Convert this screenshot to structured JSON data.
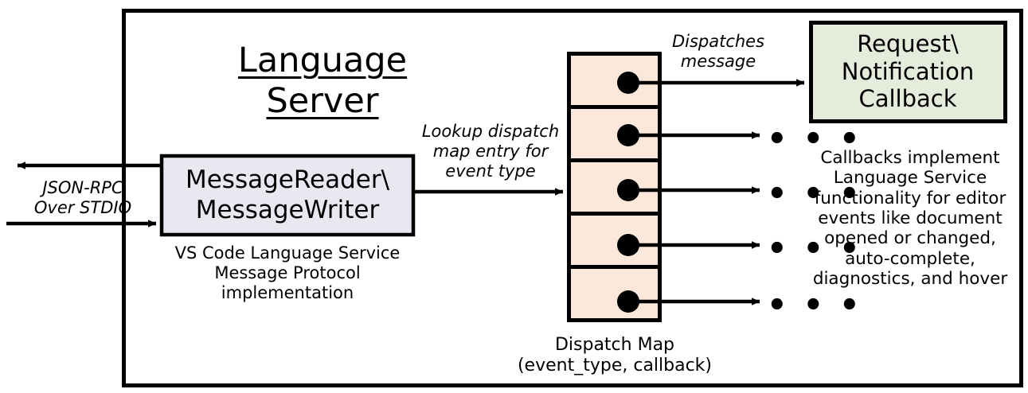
{
  "diagram": {
    "outer_container": {
      "title": "Language Server",
      "border_color": "#000000"
    },
    "io_arrows": {
      "label": "JSON-RPC\nOver STDIO",
      "outbound_name": "outbound-json-rpc-arrow",
      "inbound_name": "inbound-json-rpc-arrow"
    },
    "message_box": {
      "title": "MessageReader\\\nMessageWriter",
      "caption": "VS Code Language Service\nMessage Protocol implementation",
      "fill": "#eae7f0",
      "stroke": "#000000"
    },
    "lookup_arrow": {
      "label": "Lookup dispatch\nmap entry for\nevent type"
    },
    "dispatch_map": {
      "caption": "Dispatch Map\n(event_type, callback)",
      "fill": "#fce8da",
      "stroke": "#000000",
      "row_count": 5,
      "rows": [
        {
          "index": 1,
          "has_entry_dot": true,
          "target": "Request\\Notification Callback"
        },
        {
          "index": 2,
          "has_entry_dot": true,
          "target": "..."
        },
        {
          "index": 3,
          "has_entry_dot": true,
          "target": "..."
        },
        {
          "index": 4,
          "has_entry_dot": true,
          "target": "..."
        },
        {
          "index": 5,
          "has_entry_dot": true,
          "target": "..."
        }
      ]
    },
    "dispatch_arrow": {
      "label": "Dispatches\nmessage"
    },
    "callback_box": {
      "title": "Request\\\nNotification\nCallback",
      "fill": "#e6ecdb",
      "stroke": "#000000"
    },
    "callback_caption": "Callbacks implement\nLanguage Service\nfunctionality for editor\nevents like document\nopened or changed,\nauto-complete,\ndiagnostics, and hover",
    "ellipsis_glyph": "• • •"
  }
}
